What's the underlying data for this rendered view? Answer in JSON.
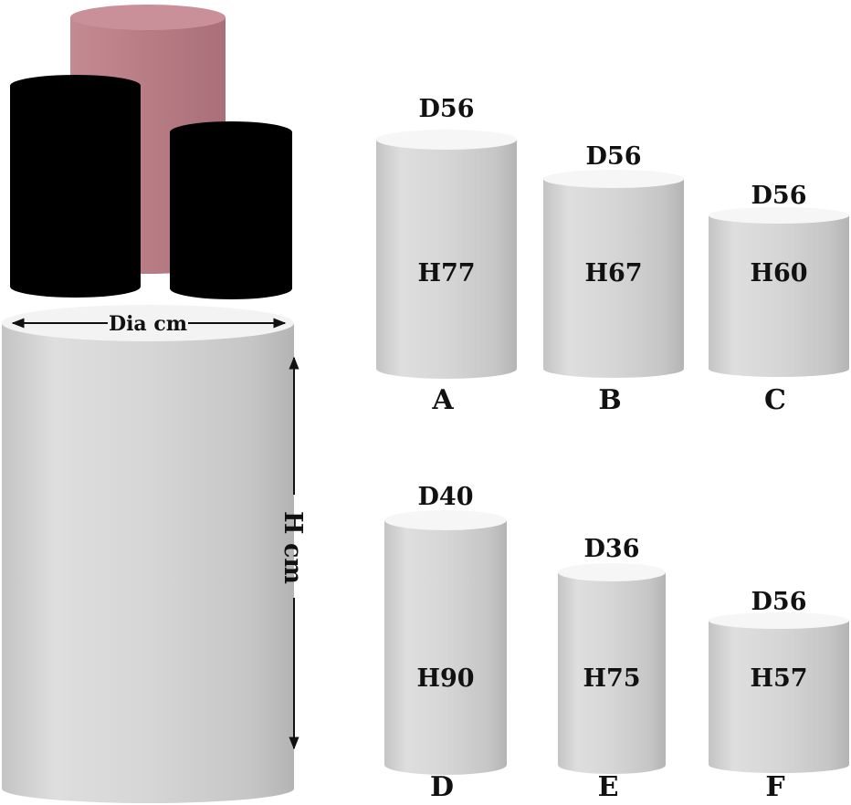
{
  "colors": {
    "body_light": "#e4e4e4",
    "body_dark": "#b9b9b9",
    "top": "#f6f6f6",
    "pink": "#b67a82",
    "black": "#000000",
    "text": "#111111"
  },
  "diagram": {
    "dia_label": "Dia cm",
    "height_label": "H cm",
    "models": [
      {
        "letter": "A",
        "diameter": "D56",
        "height": "H77"
      },
      {
        "letter": "B",
        "diameter": "D56",
        "height": "H67"
      },
      {
        "letter": "C",
        "diameter": "D56",
        "height": "H60"
      },
      {
        "letter": "D",
        "diameter": "D40",
        "height": "H90"
      },
      {
        "letter": "E",
        "diameter": "D36",
        "height": "H75"
      },
      {
        "letter": "F",
        "diameter": "D56",
        "height": "H57"
      }
    ]
  }
}
